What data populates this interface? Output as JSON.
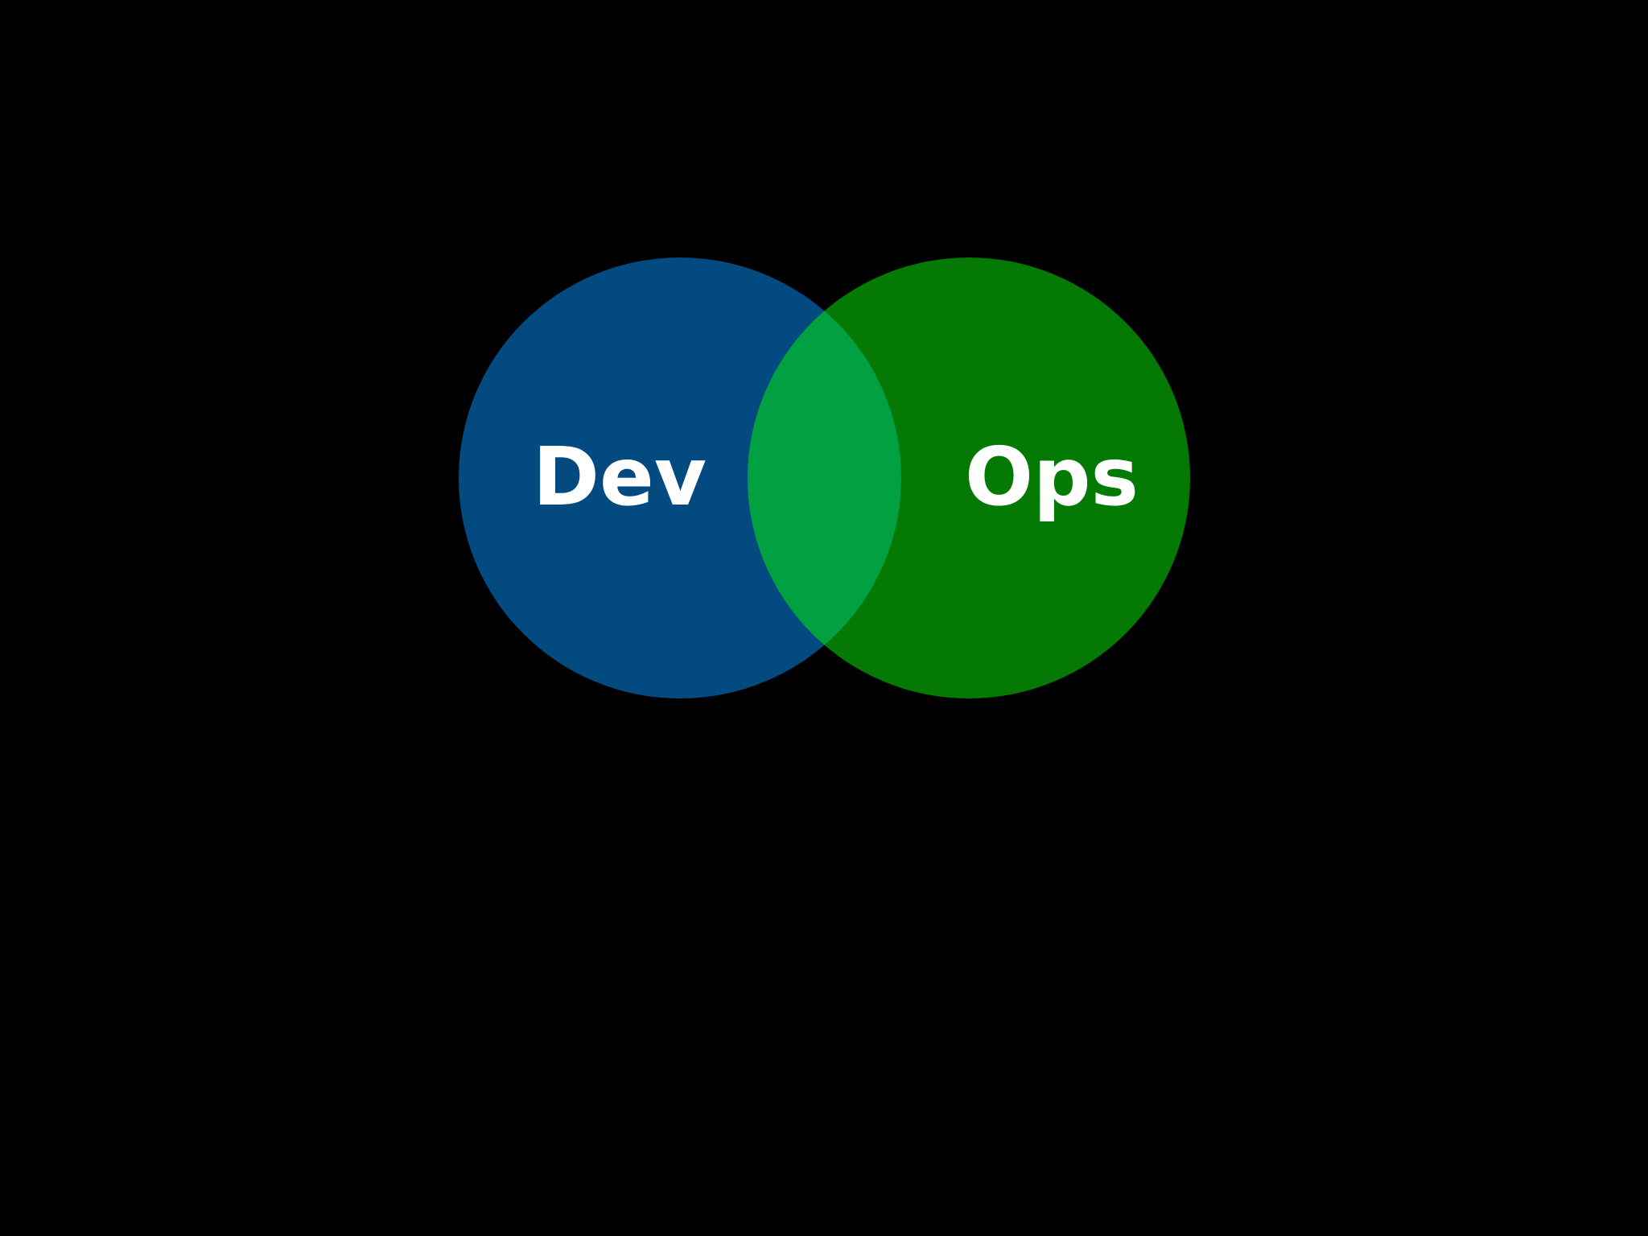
{
  "diagram": {
    "type": "venn",
    "background_color": "#000000",
    "sets": [
      {
        "id": "dev",
        "label": "Dev",
        "color": "#024a80"
      },
      {
        "id": "ops",
        "label": "Ops",
        "color": "#047a04"
      }
    ],
    "overlap": {
      "sets": [
        "dev",
        "ops"
      ],
      "label": "",
      "color": "#01a040"
    },
    "label_color": "#ffffff"
  }
}
